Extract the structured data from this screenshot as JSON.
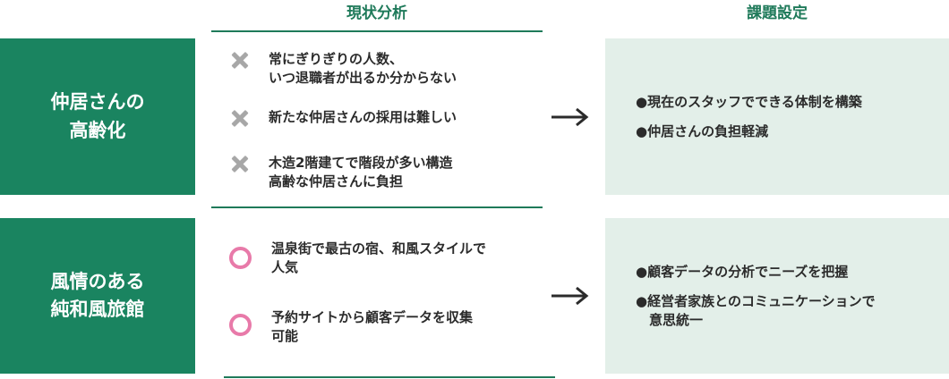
{
  "headers": {
    "analysis": "現状分析",
    "task": "課題設定"
  },
  "rows": [
    {
      "label": "仲居さんの\n高齢化",
      "items": [
        {
          "mark": "cross-icon",
          "text": "常にぎりぎりの人数、\nいつ退職者が出るか分からない"
        },
        {
          "mark": "cross-icon",
          "text": "新たな仲居さんの採用は難しい"
        },
        {
          "mark": "cross-icon",
          "text": "木造2階建てで階段が多い構造\n高齢な仲居さんに負担"
        }
      ],
      "tasks": [
        "●現在のスタッフでできる体制を構築",
        "●仲居さんの負担軽減"
      ]
    },
    {
      "label": "風情のある\n純和風旅館",
      "items": [
        {
          "mark": "circle-icon",
          "text": "温泉街で最古の宿、和風スタイルで\n人気"
        },
        {
          "mark": "circle-icon",
          "text": "予約サイトから顧客データを収集\n可能"
        }
      ],
      "tasks": [
        "●顧客データの分析でニーズを把握",
        "●経営者家族とのコミュニケーションで\n　意思統一"
      ]
    }
  ],
  "colors": {
    "accent_green": "#1a8460",
    "task_bg": "#e3efe9",
    "cross_gray": "#a7a7a7",
    "circle_pink": "#e87aa9"
  }
}
